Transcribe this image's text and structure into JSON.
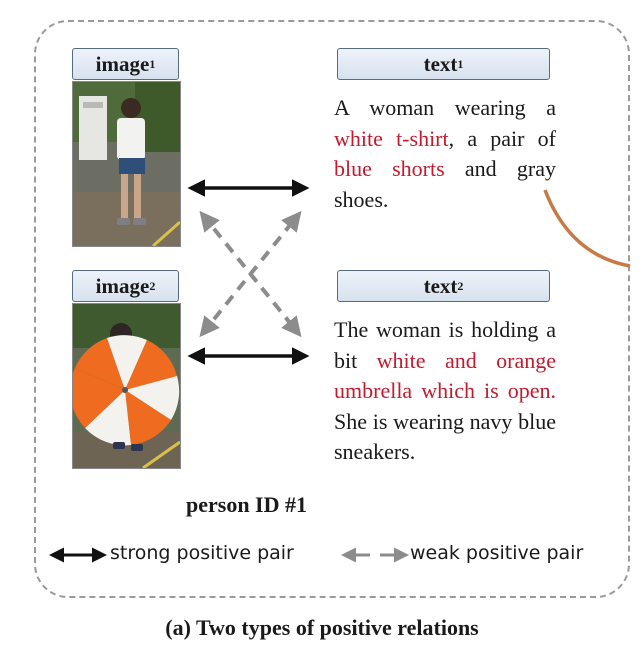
{
  "images": [
    {
      "label": "image",
      "sub": "1"
    },
    {
      "label": "image",
      "sub": "2"
    }
  ],
  "texts": [
    {
      "label": "text",
      "sub": "1",
      "parts": [
        {
          "t": "A woman wearing a ",
          "hl": false
        },
        {
          "t": "white t-shirt",
          "hl": true
        },
        {
          "t": ", a pair of ",
          "hl": false
        },
        {
          "t": "blue shorts",
          "hl": true
        },
        {
          "t": " and gray shoes.",
          "hl": false
        }
      ]
    },
    {
      "label": "text",
      "sub": "2",
      "parts": [
        {
          "t": "The woman is holding a bit ",
          "hl": false
        },
        {
          "t": "white and orange umbrella which is open.",
          "hl": true
        },
        {
          "t": " She is wearing navy blue sneakers.",
          "hl": false
        }
      ]
    }
  ],
  "person_id": "person ID #1",
  "legend": {
    "strong": "strong positive pair",
    "weak": "weak positive pair"
  },
  "caption": "(a) Two types of positive relations",
  "colors": {
    "highlight": "#c31a2e",
    "strong_arrow": "#111111",
    "weak_arrow": "#8c8c8c"
  }
}
